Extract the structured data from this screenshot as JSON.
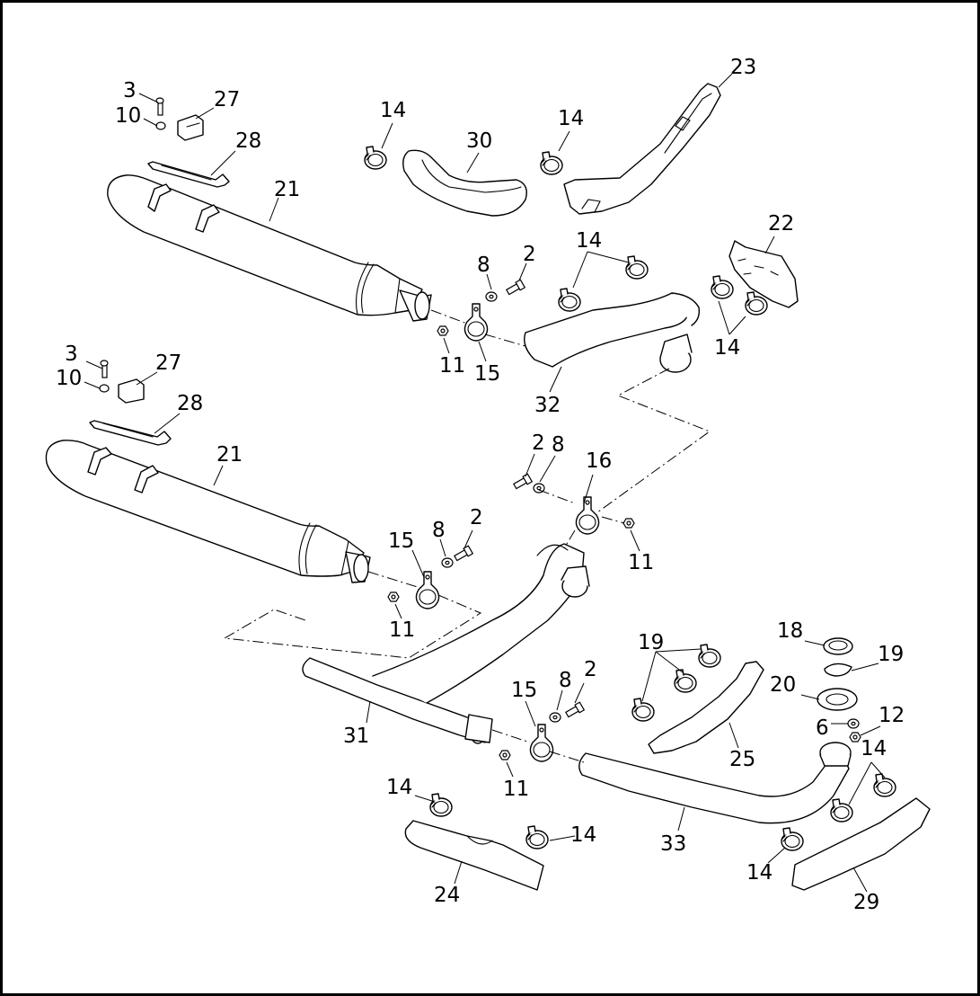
{
  "diagram": {
    "background": "#ffffff",
    "ink": "#000000",
    "callouts": {
      "c2": "2",
      "c3": "3",
      "c6": "6",
      "c8": "8",
      "c10": "10",
      "c11": "11",
      "c12": "12",
      "c14": "14",
      "c15": "15",
      "c16": "16",
      "c18": "18",
      "c19": "19",
      "c20": "20",
      "c21": "21",
      "c22": "22",
      "c23": "23",
      "c24": "24",
      "c25": "25",
      "c27": "27",
      "c28": "28",
      "c29": "29",
      "c30": "30",
      "c31": "31",
      "c32": "32",
      "c33": "33"
    }
  }
}
